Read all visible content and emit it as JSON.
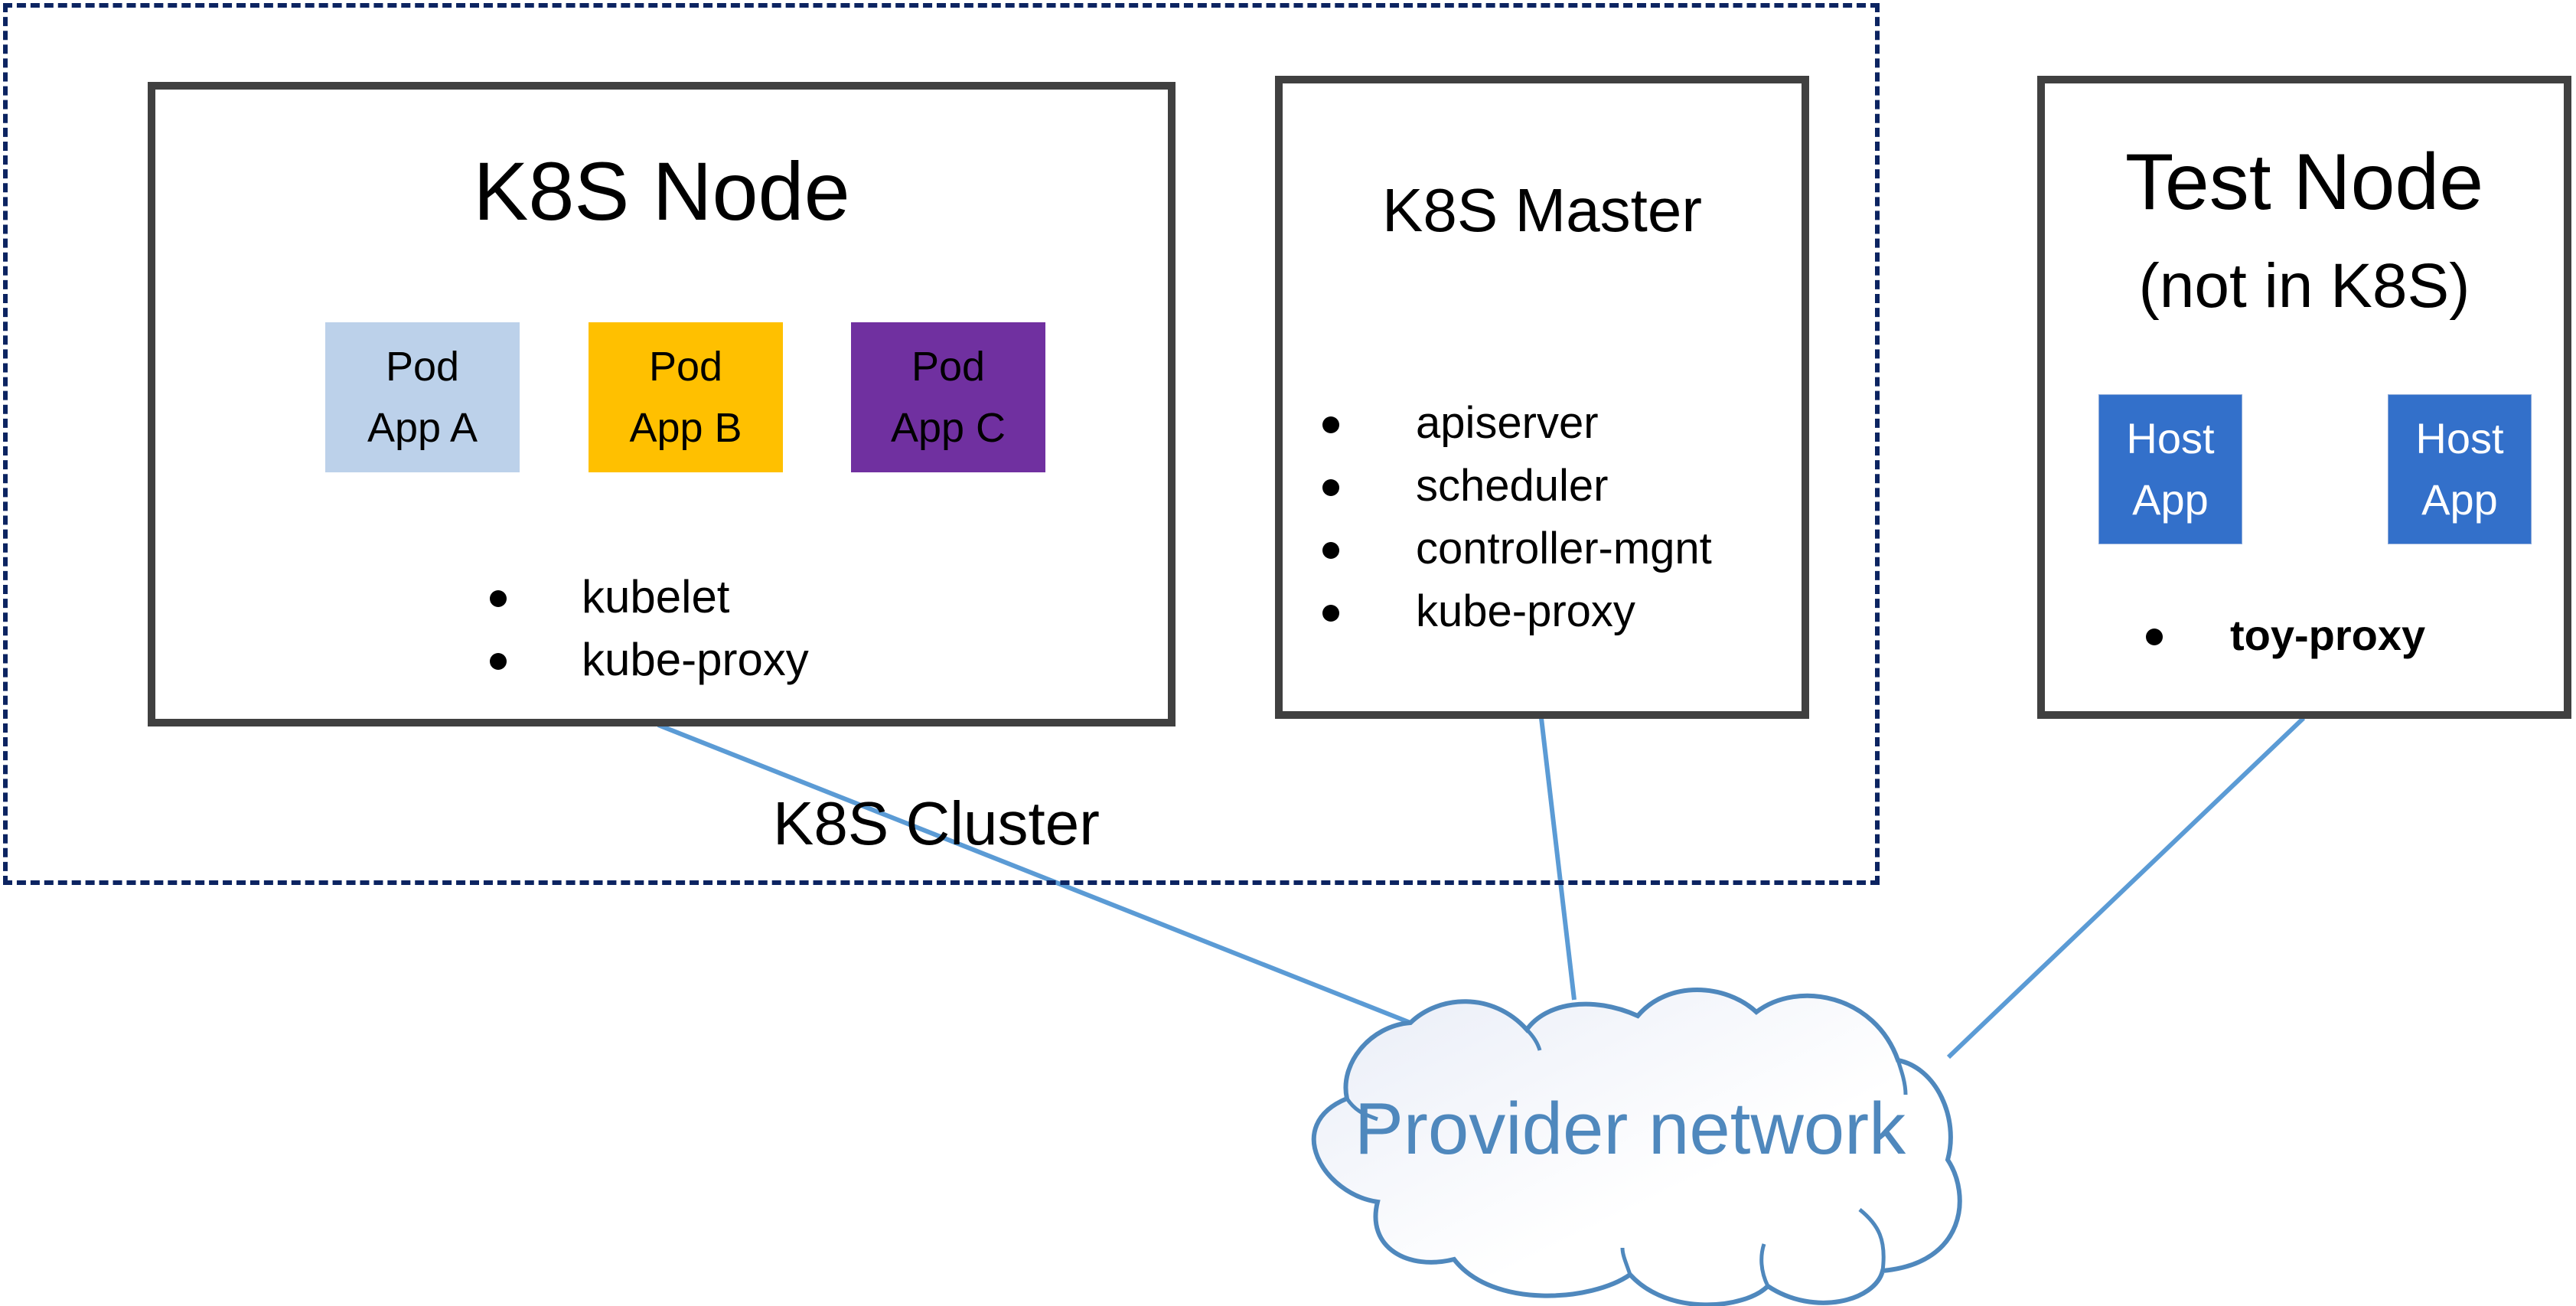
{
  "cluster": {
    "label": "K8S Cluster",
    "border_color": "#0c2461"
  },
  "k8s_node": {
    "title": "K8S Node",
    "pods": [
      {
        "line1": "Pod",
        "line2": "App A",
        "color": "#bcd1ea"
      },
      {
        "line1": "Pod",
        "line2": "App B",
        "color": "#ffc000"
      },
      {
        "line1": "Pod",
        "line2": "App C",
        "color": "#7030a0"
      }
    ],
    "components": [
      "kubelet",
      "kube-proxy"
    ]
  },
  "k8s_master": {
    "title": "K8S Master",
    "components": [
      "apiserver",
      "scheduler",
      "controller-mgnt",
      "kube-proxy"
    ]
  },
  "test_node": {
    "title": "Test Node",
    "subtitle": "(not in K8S)",
    "host_apps": [
      {
        "line1": "Host",
        "line2": "App",
        "color": "#3370ca"
      },
      {
        "line1": "Host",
        "line2": "App",
        "color": "#3370ca"
      }
    ],
    "components": [
      "toy-proxy"
    ]
  },
  "network": {
    "label": "Provider network",
    "line_color": "#5b9bd5",
    "cloud_stroke": "#4f88bd"
  },
  "connections": [
    {
      "from": "K8S Node",
      "to": "Provider network"
    },
    {
      "from": "K8S Master",
      "to": "Provider network"
    },
    {
      "from": "Test Node",
      "to": "Provider network"
    }
  ]
}
